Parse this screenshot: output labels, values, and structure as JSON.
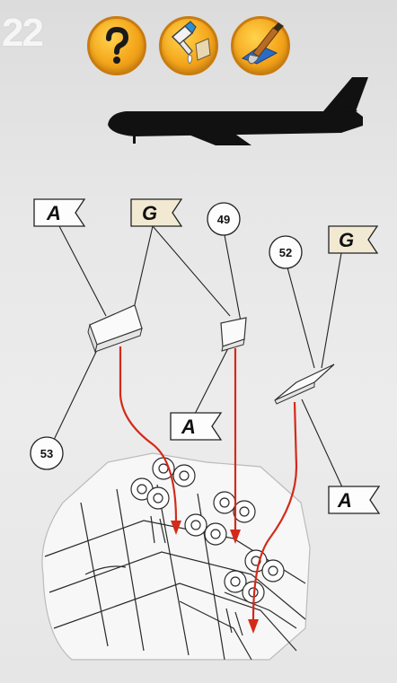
{
  "header": {
    "step_number": "22",
    "icons": [
      "help-icon",
      "glue-icon",
      "paint-brush-icon"
    ]
  },
  "callouts": {
    "flag_a_top": "A",
    "flag_g_top": "G",
    "flag_g_right": "G",
    "flag_a_middle": "A",
    "flag_a_right": "A",
    "part_49": "49",
    "part_52": "52",
    "part_53": "53"
  },
  "colors": {
    "badge_orange": "#f4a51a",
    "arrow_red": "#d42a1a",
    "background": "#e6e6e6"
  }
}
